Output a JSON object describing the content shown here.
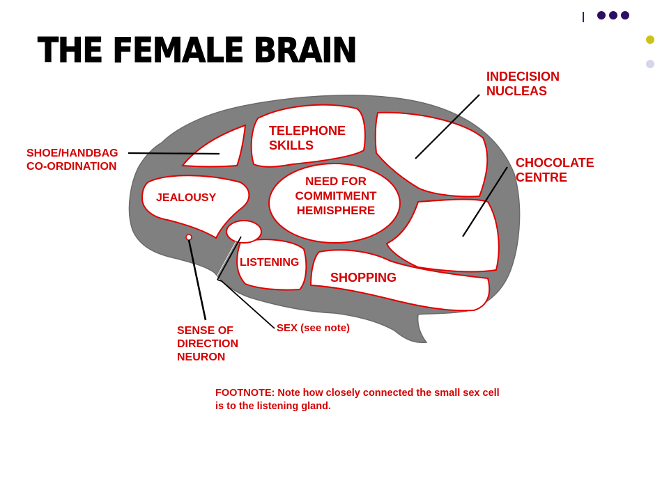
{
  "title": "THE FEMALE BRAIN",
  "labels": {
    "shoe_handbag": [
      "SHOE/HANDBAG",
      "CO-ORDINATION"
    ],
    "telephone": [
      "TELEPHONE",
      "SKILLS"
    ],
    "indecision": [
      "INDECISION",
      "NUCLEAS"
    ],
    "chocolate": [
      "CHOCOLATE",
      "CENTRE"
    ],
    "commitment": [
      "NEED FOR",
      "COMMITMENT",
      "HEMISPHERE"
    ],
    "jealousy": "JEALOUSY",
    "listening": "LISTENING",
    "shopping": "SHOPPING",
    "sense_of_direction": [
      "SENSE OF",
      "DIRECTION",
      "NEURON"
    ],
    "sex": "SEX (see note)"
  },
  "footnote": [
    "FOOTNOTE:  Note how closely connected the small sex cell",
    "is to the listening gland."
  ],
  "colors": {
    "brain_fill": "#808080",
    "region_outline": "#e00000",
    "label_text": "#d40000",
    "title_text": "#000000",
    "decor_purple": "#2e0e63",
    "decor_yellow": "#c9c41a",
    "decor_lilac": "#d4d6ec"
  }
}
